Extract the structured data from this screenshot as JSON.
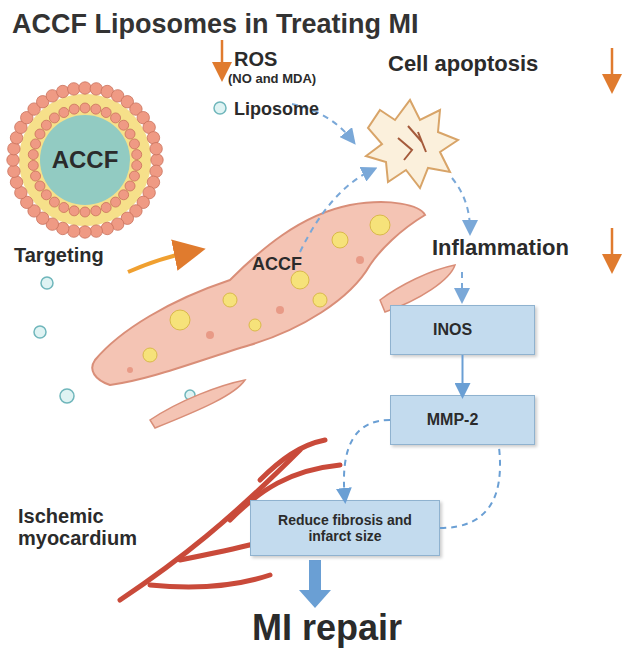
{
  "diagram": {
    "title": "ACCF Liposomes in Treating MI",
    "nodes": [
      {
        "text": [
          "ACCF"
        ]
      },
      {
        "text": [
          "INOS"
        ]
      },
      {
        "text": [
          "MMP-2"
        ]
      },
      {
        "text": [
          "Reduce fibrosis and infarct size"
        ]
      }
    ],
    "edges": [
      {
        "from": 1,
        "to": 2,
        "arrow": "to"
      },
      {
        "from": 2,
        "to": 3,
        "arrow": "to"
      },
      {
        "from": 3,
        "to": 2,
        "arrow": "none"
      }
    ],
    "labels": [
      "ROS",
      "(NO and MDA)",
      "Liposome",
      "Cell apoptosis",
      "Targeting",
      "ACCF",
      "Inflammation",
      "Ischemic myocardium",
      "MI repair"
    ]
  }
}
